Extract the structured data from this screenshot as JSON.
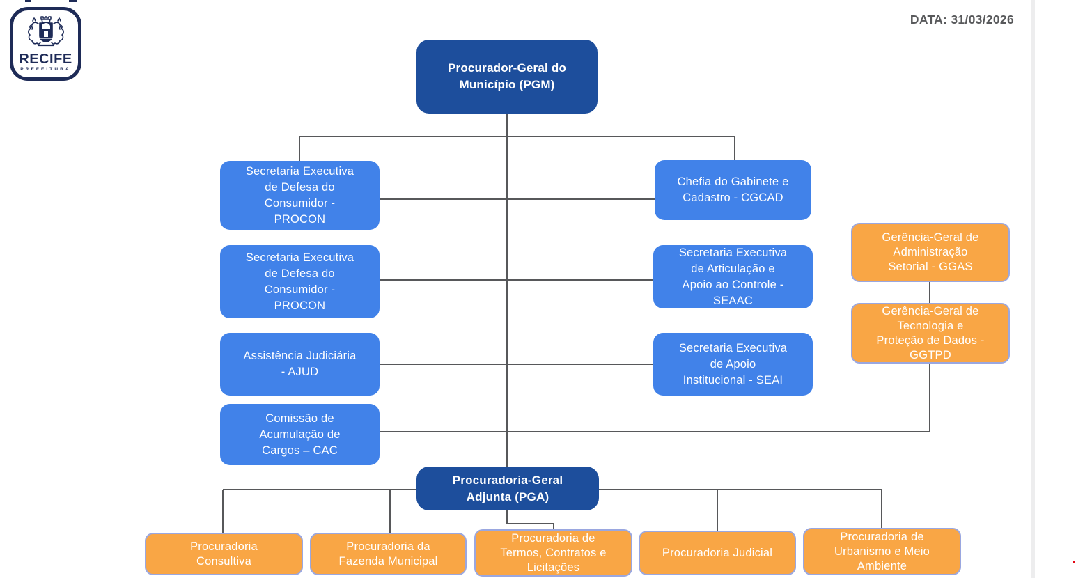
{
  "page": {
    "date_label": "DATA: 31/03/2026"
  },
  "logo": {
    "name": "RECIFE",
    "subtitle": "PREFEITURA"
  },
  "colors": {
    "primary_dark_blue": "#1d4e9c",
    "secondary_blue": "#4182e9",
    "accent_orange": "#f9a645",
    "orange_border": "#9aa7e0",
    "connector_gray": "#57585a",
    "date_text_gray": "#58595b",
    "logo_navy": "#1e2b57"
  },
  "org": {
    "root": {
      "label": "Procurador-Geral do\nMunicípio (PGM)"
    },
    "left_branch": [
      {
        "label": "Secretaria Executiva\nde Defesa do\nConsumidor -\nPROCON"
      },
      {
        "label": "Secretaria Executiva\nde Defesa do\nConsumidor -\nPROCON"
      },
      {
        "label": "Assistência Judiciária\n- AJUD"
      },
      {
        "label": "Comissão de\nAcumulação de\nCargos – CAC"
      }
    ],
    "right_branch": [
      {
        "label": "Chefia do Gabinete e\nCadastro - CGCAD"
      },
      {
        "label": "Secretaria Executiva\nde Articulação e\nApoio ao Controle -\nSEAAC"
      },
      {
        "label": "Secretaria Executiva\nde Apoio\nInstitucional - SEAI"
      }
    ],
    "management_units": [
      {
        "label": "Gerência-Geral de\nAdministração\nSetorial - GGAS"
      },
      {
        "label": "Gerência-Geral de\nTecnologia e\nProteção de Dados -\nGGTPD"
      }
    ],
    "adjunct": {
      "label": "Procuradoria-Geral\nAdjunta (PGA)"
    },
    "adjunct_children": [
      {
        "label": "Procuradoria\nConsultiva"
      },
      {
        "label": "Procuradoria da\nFazenda Municipal"
      },
      {
        "label": "Procuradoria de\nTermos, Contratos e\nLicitações"
      },
      {
        "label": "Procuradoria Judicial"
      },
      {
        "label": "Procuradoria de\nUrbanismo e Meio\nAmbiente"
      }
    ]
  }
}
